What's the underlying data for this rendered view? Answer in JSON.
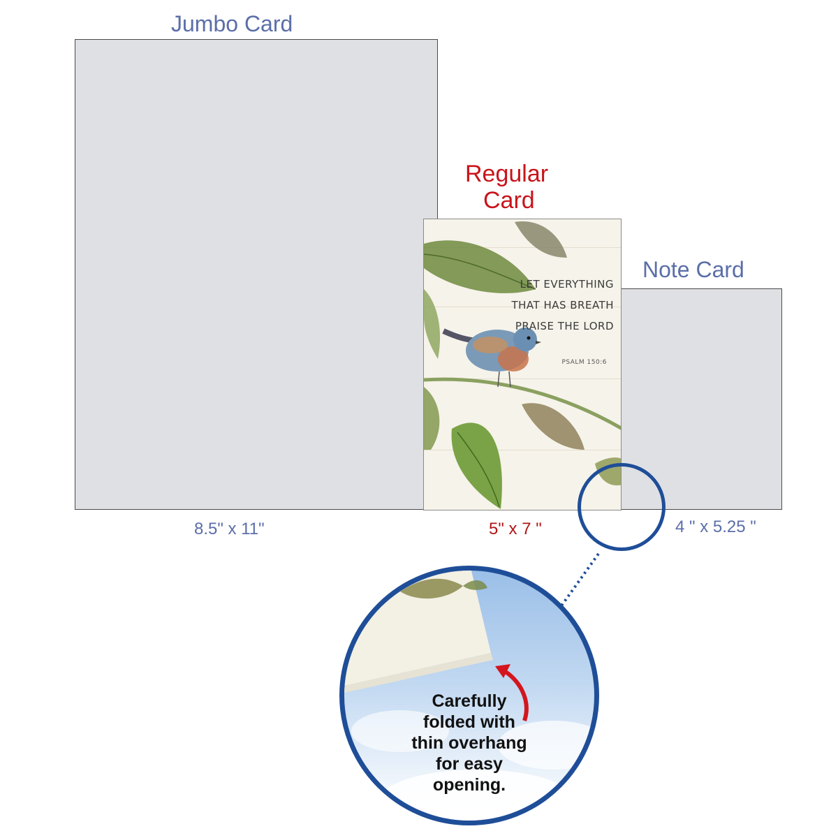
{
  "jumbo": {
    "title": "Jumbo Card",
    "size": "8.5\"  x 11\""
  },
  "regular": {
    "title_line1": "Regular",
    "title_line2": "Card",
    "size": "5\" x 7 \"",
    "verse": [
      "LET EVERYTHING",
      "THAT HAS BREATH",
      "PRAISE THE LORD"
    ],
    "citation": "PSALM 150:6"
  },
  "note": {
    "title": "Note Card",
    "size": "4 \" x 5.25 \""
  },
  "callout": {
    "lines": [
      "Carefully",
      "folded with",
      "thin overhang",
      "for easy",
      "opening."
    ]
  },
  "colors": {
    "label_blue": "#5b6ea8",
    "label_red": "#c8141b",
    "card_gray": "#dfe0e4",
    "circle_blue": "#1f4e98",
    "arrow_red": "#d4151d"
  }
}
